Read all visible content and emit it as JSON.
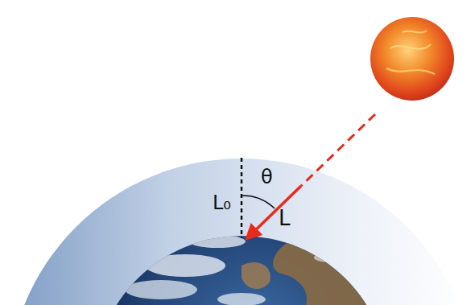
{
  "diagram": {
    "labels": [
      "L₀",
      "θ",
      "L"
    ]
  }
}
